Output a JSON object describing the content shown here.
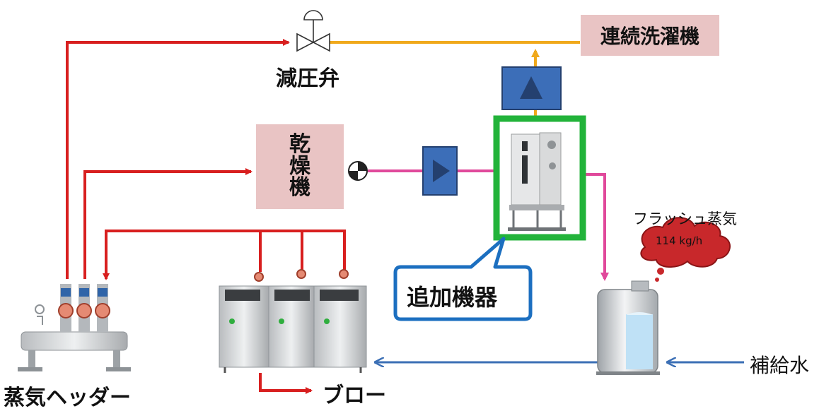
{
  "labels": {
    "continuous_washer": "連続洗濯機",
    "pressure_reducing_valve": "減圧弁",
    "dryer": [
      "乾",
      "燥",
      "機"
    ],
    "additional_equipment": "追加機器",
    "flash_steam": "フラッシュ蒸気",
    "flash_rate": "114 kg/h",
    "steam_header": "蒸気ヘッダー",
    "blow": "ブロー",
    "makeup_water": "補給水"
  },
  "colors": {
    "steam_line": "#d81f1f",
    "low_pressure_line": "#f0a91c",
    "drain_line": "#e0499b",
    "water_line": "#3b6fb5",
    "equipment_frame": "#22b33a",
    "callout_border": "#1c6fc0",
    "pink_box": "#e9c4c4",
    "pump_fill": "#3c6eb8",
    "cloud_fill": "#c8282b"
  },
  "icons": [
    "valve-icon",
    "pump-icon",
    "trap-icon",
    "boiler-icon",
    "header-icon",
    "tank-icon",
    "cloud-icon"
  ]
}
